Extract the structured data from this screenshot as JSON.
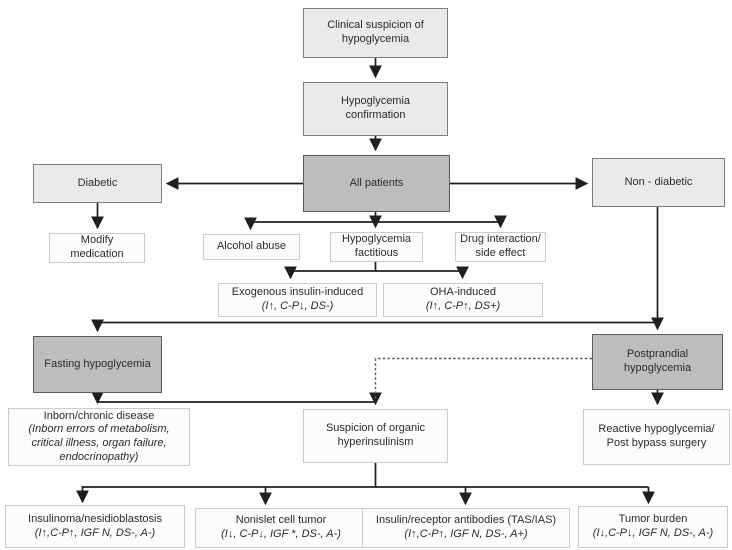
{
  "diagram": {
    "type": "flowchart",
    "colors": {
      "node_light": "#eaeaea",
      "node_dark": "#bdbdbd",
      "node_plain": "#fcfcfc",
      "line": "#1f1f1f",
      "dashed_line": "#5a5a5a",
      "text": "#2b2b2b"
    },
    "nodes": {
      "clinical_suspicion": {
        "label": "Clinical suspicion of hypoglycemia"
      },
      "hypoglycemia_confirmation": {
        "label": "Hypoglycemia confirmation"
      },
      "all_patients": {
        "label": "All patients"
      },
      "diabetic": {
        "label": "Diabetic"
      },
      "non_diabetic": {
        "label": "Non - diabetic"
      },
      "modify_medication": {
        "label": "Modify medication"
      },
      "alcohol_abuse": {
        "label": "Alcohol abuse"
      },
      "hypoglycemia_factitious": {
        "label": "Hypoglycemia factitious"
      },
      "drug_interaction": {
        "label": "Drug interaction/ side effect"
      },
      "exogenous_insulin": {
        "label": "Exogenous insulin-induced",
        "detail": "(I↑, C-P↓, DS-)"
      },
      "oha_induced": {
        "label": "OHA-induced",
        "detail": "(I↑, C-P↑, DS+)"
      },
      "fasting_hypoglycemia": {
        "label": "Fasting hypoglycemia"
      },
      "postprandial_hypoglycemia": {
        "label": "Postprandial hypoglycemia"
      },
      "inborn_chronic_disease": {
        "label": "Inborn/chronic disease",
        "detail": "(Inborn errors of metabolism, critical illness, organ failure, endocrinopathy)"
      },
      "suspicion_organic_hyperinsulinism": {
        "label": "Suspicion of organic hyperinsulinism"
      },
      "reactive_hypoglycemia": {
        "label": "Reactive hypoglycemia/ Post bypass surgery"
      },
      "insulinoma": {
        "label": "Insulinoma/nesidioblastosis",
        "detail": "(I↑,C-P↑, IGF N, DS-, A-)"
      },
      "nonislet_cell_tumor": {
        "label": "Nonislet cell tumor",
        "detail": "(I↓, C-P↓, IGF *, DS-, A-)"
      },
      "insulin_receptor_antibodies": {
        "label": "Insulin/receptor antibodies (TAS/IAS)",
        "detail": "(I↑,C-P↑, IGF N, DS-, A+)"
      },
      "tumor_burden": {
        "label": "Tumor burden",
        "detail": "(I↓,C-P↓, IGF N, DS-, A-)"
      }
    }
  }
}
